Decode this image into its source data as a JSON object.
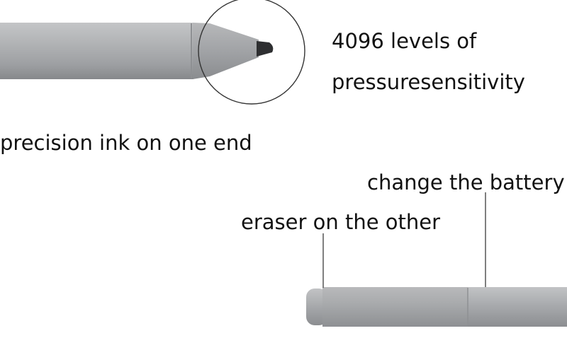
{
  "labels": {
    "pressure_line1": "4096 levels of",
    "pressure_line2": "pressuresensitivity",
    "precision_ink": "precision ink on one end",
    "change_battery": "change the battery",
    "eraser": "eraser on the other"
  },
  "colors": {
    "background": "#ffffff",
    "text": "#111111",
    "pen_body": "#a7a9ab",
    "pen_highlight": "#c9cacc",
    "pen_shadow": "#85878a",
    "pen_tip": "#2e2f31",
    "leader_line": "#555555"
  }
}
